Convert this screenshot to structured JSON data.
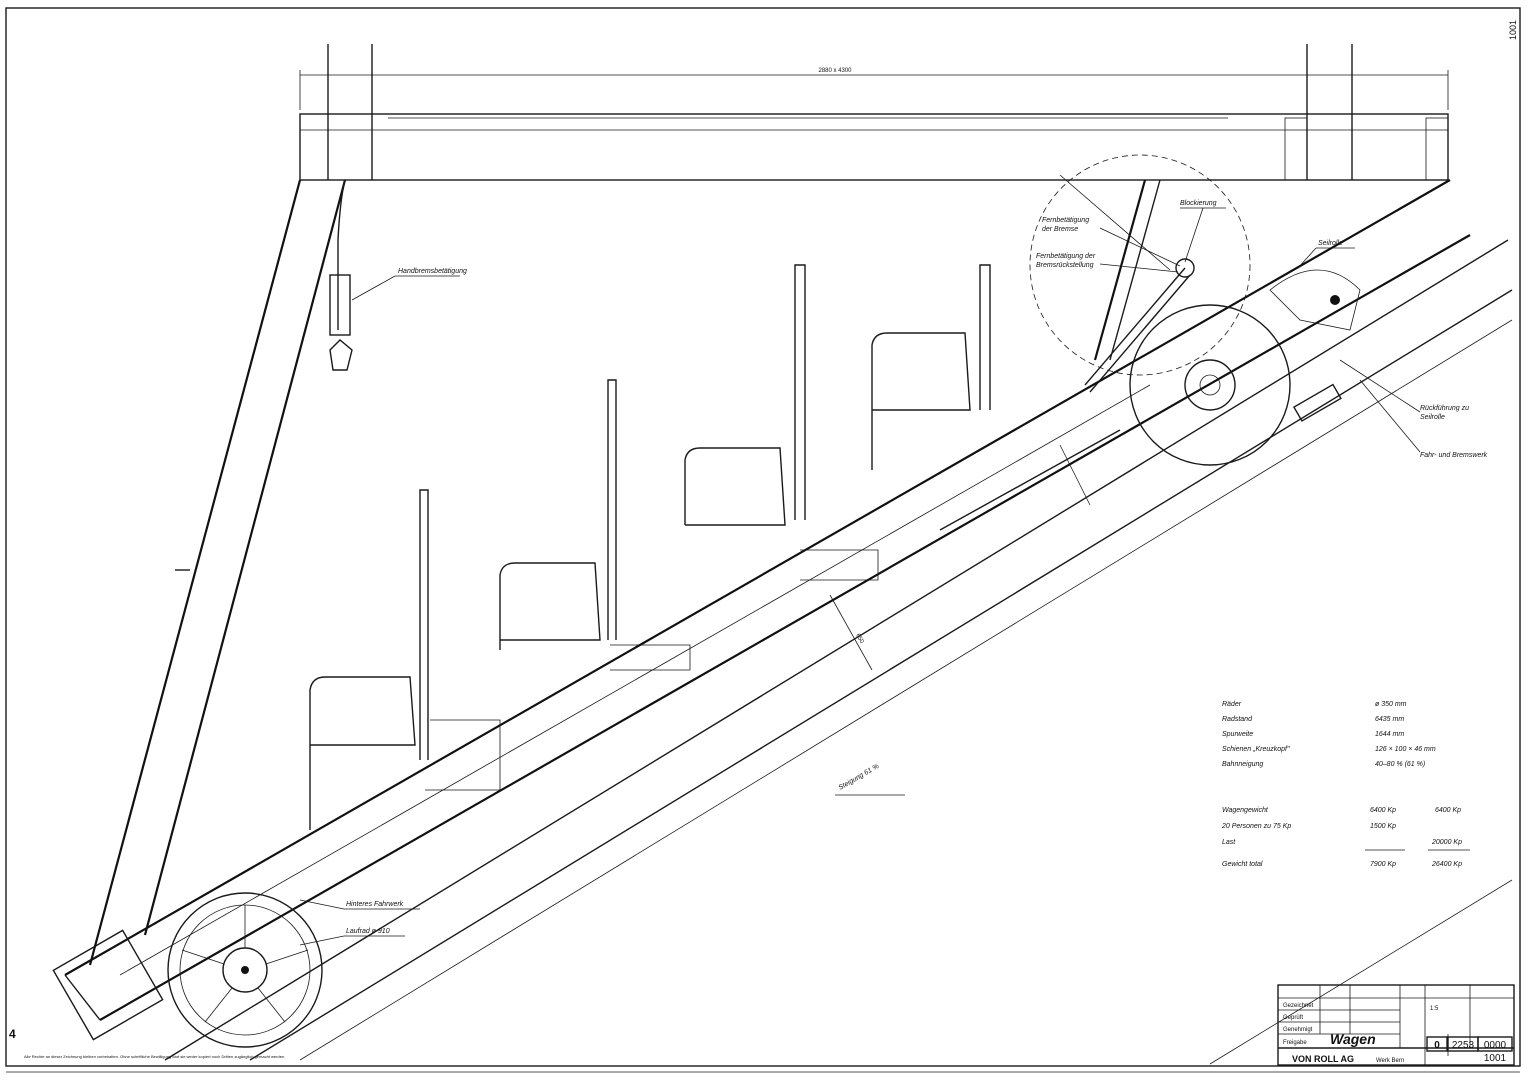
{
  "drawing": {
    "dimension_top": "2880 x 4300",
    "incline_label": "Steigung 61 %",
    "corner_number": "1001",
    "edge_mark": "4"
  },
  "callouts": {
    "hand_brake": "Handbremsbetätigung",
    "remote_brake_1": "Fernbetätigung",
    "remote_brake_2": "der Bremse",
    "remote_brake_3": "Fernbetätigung der",
    "remote_brake_4": "Bremsrückstellung",
    "blocking": "Blockierung",
    "rope_pulley": "Seilrolle",
    "return_1": "Rückführung zu",
    "return_2": "Seilrolle",
    "drive_brake": "Fahr- und Bremswerk",
    "rear_chassis": "Hinteres Fahrwerk",
    "wheel": "Laufrad ø 910",
    "dim_diag": "650"
  },
  "specs": [
    {
      "label": "Räder",
      "value": "ø 350 mm"
    },
    {
      "label": "Radstand",
      "value": "6435 mm"
    },
    {
      "label": "Spurweite",
      "value": "1644 mm"
    },
    {
      "label": "Schienen „Kreuzkopf\"",
      "value": "126 × 100 × 46 mm"
    },
    {
      "label": "Bahnneigung",
      "value": "40–80 % (61 %)"
    }
  ],
  "weights": [
    {
      "label": "Wagengewicht",
      "v1": "6400 Kp",
      "v2": "6400 Kp"
    },
    {
      "label": "20 Personen zu 75 Kp",
      "v1": "1500 Kp",
      "v2": ""
    },
    {
      "label": "Last",
      "v1": "",
      "v2": "20000 Kp"
    },
    {
      "label": "Gewicht total",
      "v1": "7900 Kp",
      "v2": "26400 Kp"
    }
  ],
  "title_block": {
    "title": "Wagen",
    "company": "VON ROLL AG",
    "dept": "Werk Bern",
    "scale": "1:5",
    "drawing_no": "2253",
    "drawing_suffix": "0000",
    "revision": "0",
    "sheet_no": "1001",
    "row_drawn": "Gezeichnet",
    "row_checked": "Geprüft",
    "row_approved": "Genehmigt",
    "row_release": "Freigabe"
  },
  "footnote": "Alle Rechte an dieser Zeichnung bleiben vorbehalten. Ohne schriftliche Bewilligung darf sie weder kopiert noch Dritten zugänglich gemacht werden."
}
